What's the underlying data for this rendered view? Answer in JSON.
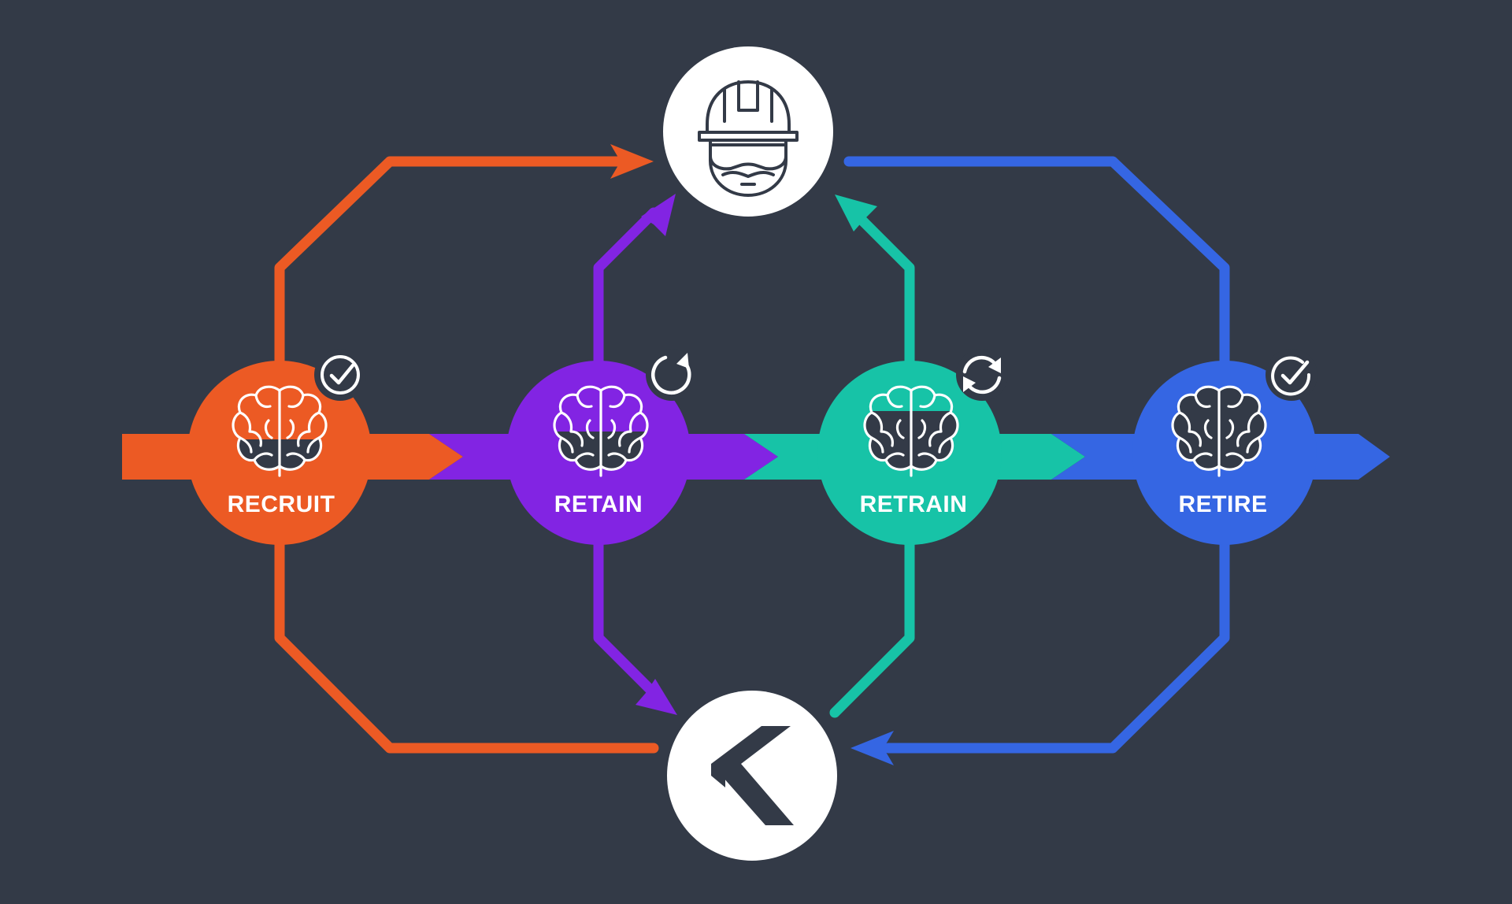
{
  "colors": {
    "background": "#333a47",
    "recruit": "#ec5a24",
    "retain": "#8224e3",
    "retrain": "#17c3a7",
    "retire": "#3566e3",
    "node": "#ffffff",
    "icon_dark": "#333a47"
  },
  "hub_top": {
    "icon": "worker-hardhat-goggles-icon"
  },
  "hub_bottom": {
    "icon": "k-logo-icon"
  },
  "stages": [
    {
      "label": "RECRUIT",
      "brain_icon": "brain-icon",
      "brain_fill_level": 0.33,
      "status_icon": "check-circle-icon",
      "color": "#ec5a24"
    },
    {
      "label": "RETAIN",
      "brain_icon": "brain-icon",
      "brain_fill_level": 0.5,
      "status_icon": "refresh-circle-icon",
      "color": "#8224e3"
    },
    {
      "label": "RETRAIN",
      "brain_icon": "brain-icon",
      "brain_fill_level": 0.75,
      "status_icon": "sync-circle-icon",
      "color": "#17c3a7"
    },
    {
      "label": "RETIRE",
      "brain_icon": "brain-icon",
      "brain_fill_level": 1.0,
      "status_icon": "check-circle-icon",
      "color": "#3566e3"
    }
  ]
}
